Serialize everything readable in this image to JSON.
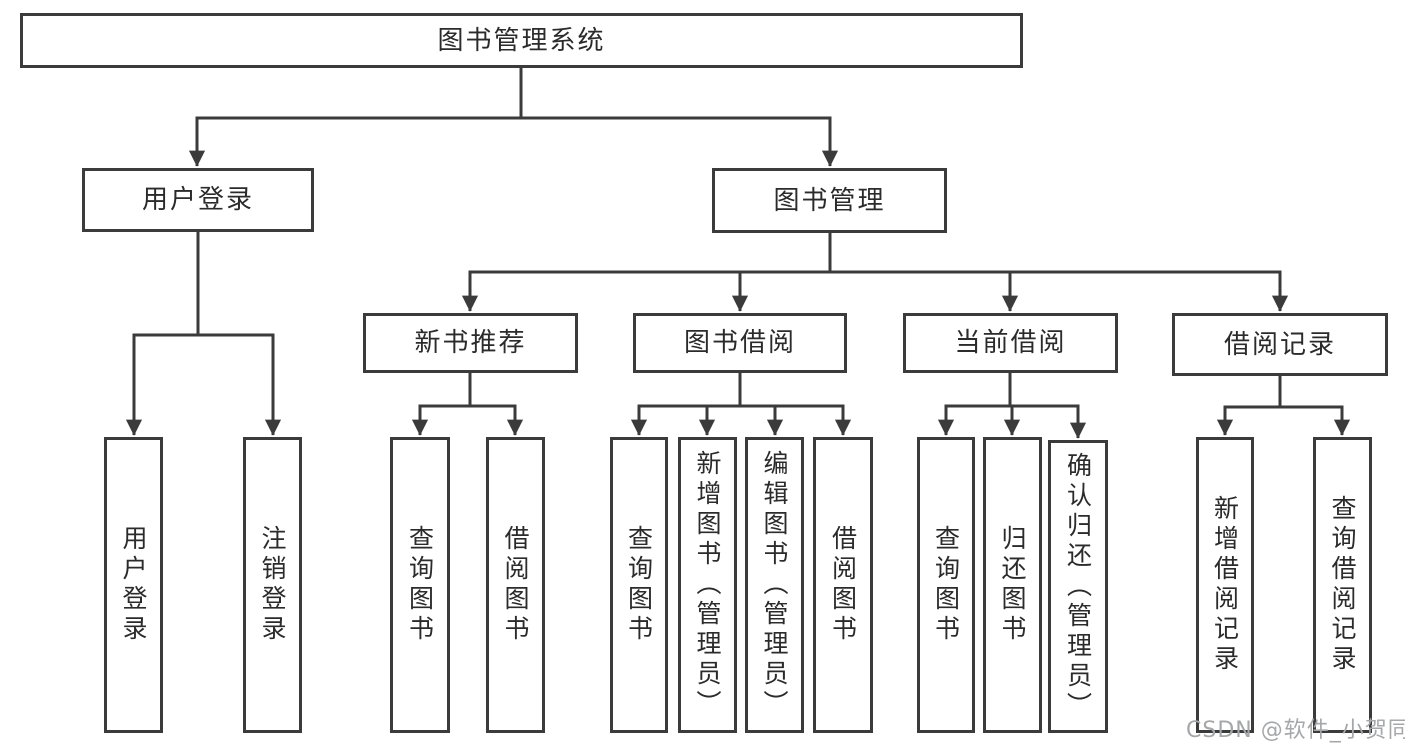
{
  "diagram": {
    "root": {
      "label": "图书管理系统"
    },
    "level2": [
      {
        "label": "用户登录"
      },
      {
        "label": "图书管理"
      }
    ],
    "level3": [
      {
        "label": "新书推荐"
      },
      {
        "label": "图书借阅"
      },
      {
        "label": "当前借阅"
      },
      {
        "label": "借阅记录"
      }
    ],
    "leaves": {
      "login": [
        "用户登录",
        "注销登录"
      ],
      "recommend": [
        "查询图书",
        "借阅图书"
      ],
      "borrow": [
        "查询图书",
        "新增图书（管理员）",
        "编辑图书（管理员）",
        "借阅图书"
      ],
      "current": [
        "查询图书",
        "归还图书",
        "确认归还（管理员）"
      ],
      "records": [
        "新增借阅记录",
        "查询借阅记录"
      ]
    },
    "watermark": "CSDN @软件_小贺同学",
    "colors": {
      "line": "#3b3b3b",
      "text": "#2b2b2b",
      "watermark": "#a6a7a9",
      "background": "#ffffff"
    }
  }
}
